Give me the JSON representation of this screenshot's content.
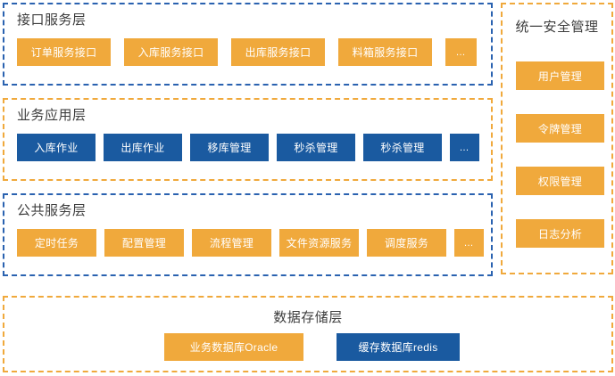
{
  "colors": {
    "orange": "#F0A93C",
    "blue": "#1A5AA0",
    "border_blue": "#2A62B0",
    "border_orange": "#F0A93C",
    "title_text": "#3d3d3d",
    "chip_text": "#ffffff",
    "background": "#ffffff"
  },
  "layers": [
    {
      "id": "interface",
      "title": "接口服务层",
      "border": "blue-dashed",
      "chip_style": "orange",
      "chips": [
        {
          "label": "订单服务接口"
        },
        {
          "label": "入库服务接口"
        },
        {
          "label": "出库服务接口"
        },
        {
          "label": "料箱服务接口"
        },
        {
          "label": "…"
        }
      ]
    },
    {
      "id": "business",
      "title": "业务应用层",
      "border": "orange-dashed",
      "chip_style": "blue",
      "chips": [
        {
          "label": "入库作业"
        },
        {
          "label": "出库作业"
        },
        {
          "label": "移库管理"
        },
        {
          "label": "秒杀管理"
        },
        {
          "label": "秒杀管理"
        },
        {
          "label": "…"
        }
      ]
    },
    {
      "id": "common",
      "title": "公共服务层",
      "border": "blue-dashed",
      "chip_style": "orange",
      "chips": [
        {
          "label": "定时任务"
        },
        {
          "label": "配置管理"
        },
        {
          "label": "流程管理"
        },
        {
          "label": "文件资源服务"
        },
        {
          "label": "调度服务"
        },
        {
          "label": "…"
        }
      ]
    }
  ],
  "security": {
    "title": "统一安全管理",
    "border": "orange-dashed",
    "chips": [
      {
        "label": "用户管理"
      },
      {
        "label": "令牌管理"
      },
      {
        "label": "权限管理"
      },
      {
        "label": "日志分析"
      }
    ]
  },
  "storage": {
    "title": "数据存储层",
    "border": "orange-dashed",
    "chips": [
      {
        "label": "业务数据库Oracle",
        "style": "orange"
      },
      {
        "label": "缓存数据库redis",
        "style": "blue"
      }
    ]
  }
}
